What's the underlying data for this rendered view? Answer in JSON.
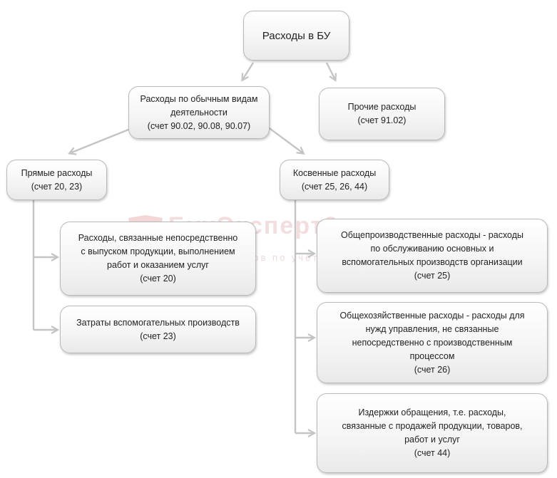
{
  "watermark": {
    "brand": "БухЭксперт8",
    "tagline": "база ответов по учёту"
  },
  "nodes": {
    "root": [
      "Расходы в БУ"
    ],
    "ordinary": [
      "Расходы по обычным видам",
      "деятельности",
      "(счет 90.02, 90.08, 90.07)"
    ],
    "other": [
      "Прочие расходы",
      "(счет 91.02)"
    ],
    "direct": [
      "Прямые расходы",
      "(счет 20, 23)"
    ],
    "indirect": [
      "Косвенные расходы",
      "(счет 25, 26, 44)"
    ],
    "direct_main": [
      "Расходы, связанные непосредственно",
      "с выпуском продукции, выполнением",
      "работ и оказанием услуг",
      "(счет 20)"
    ],
    "direct_aux": [
      "Затраты вспомогательных производств",
      "(счет 23)"
    ],
    "ind_production": [
      "Общепроизводственные расходы - расходы",
      "по обслуживанию основных и",
      "вспомогательных производств организации",
      "(счет 25)"
    ],
    "ind_general": [
      "Общехозяйственные расходы - расходы для",
      "нужд управления, не связанные",
      "непосредственно с производственным",
      "процессом",
      "(счет 26)"
    ],
    "ind_selling": [
      "Издержки обращения, т.е. расходы,",
      "связанные с продажей продукции, товаров,",
      "работ и услуг",
      "(счет 44)"
    ]
  }
}
